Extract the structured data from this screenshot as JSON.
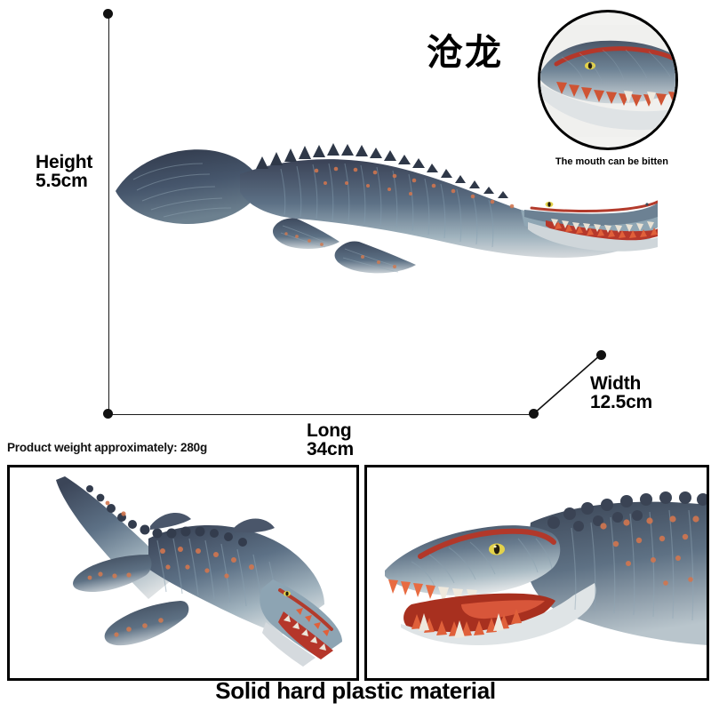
{
  "product": {
    "chinese_name": "沧龙",
    "weight_note": "Product weight approximately: 280g",
    "material_caption": "Solid hard plastic material",
    "feature_caption": "The mouth can be bitten"
  },
  "dimensions": {
    "height": {
      "label": "Height",
      "value": "5.5cm"
    },
    "length": {
      "label": "Long",
      "value": "34cm"
    },
    "width": {
      "label": "Width",
      "value": "12.5cm"
    }
  },
  "colors": {
    "body_dark": "#3b4457",
    "body_mid": "#5a6b80",
    "body_light": "#93a7b5",
    "belly": "#d9dde0",
    "teeth": "#e8dfd2",
    "mouth_red": "#c0392b",
    "gum_orange": "#e0603a",
    "eye_yellow": "#e3d24a",
    "spot_orange": "#d4764e",
    "line_black": "#111111",
    "panel_border": "#000000"
  },
  "icons": {
    "dimension_dot": "dot-marker"
  }
}
